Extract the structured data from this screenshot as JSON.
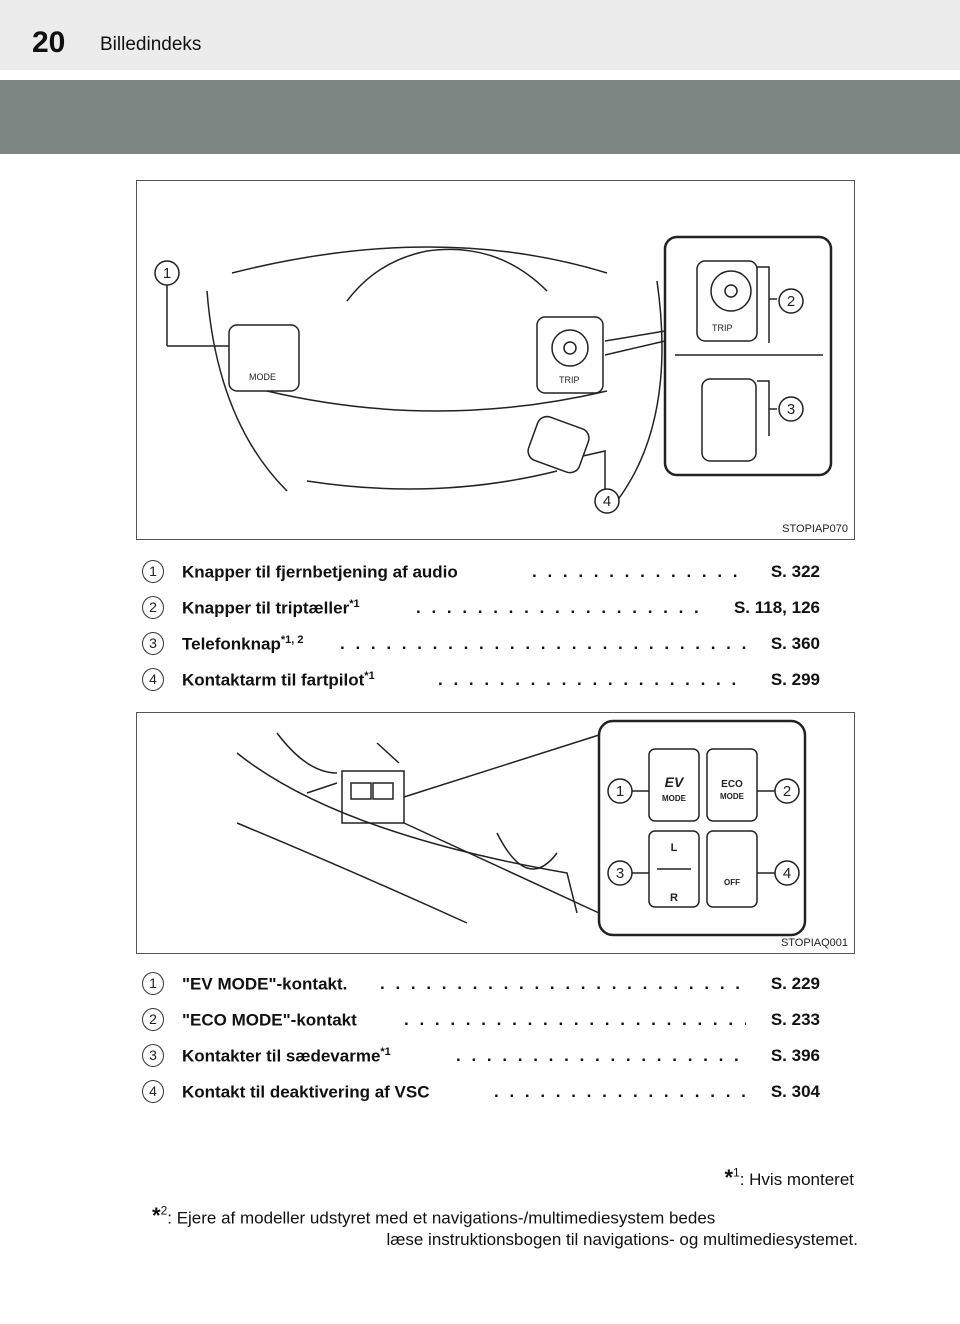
{
  "header": {
    "page_number": "20",
    "title": "Billedindeks"
  },
  "figure1": {
    "code": "STOPIAP070",
    "callouts": [
      "1",
      "2",
      "3",
      "4"
    ],
    "button_labels": {
      "mode": "MODE",
      "trip": "TRIP"
    }
  },
  "list1": [
    {
      "num": "1",
      "label": "Knapper til fjernbetjening af audio",
      "sup": "",
      "ref": "S. 322"
    },
    {
      "num": "2",
      "label": "Knapper til triptæller",
      "sup": "*1",
      "ref": "S. 118, 126"
    },
    {
      "num": "3",
      "label": "Telefonknap",
      "sup": "*1, 2",
      "ref": "S. 360"
    },
    {
      "num": "4",
      "label": "Kontaktarm til fartpilot",
      "sup": "*1",
      "ref": "S. 299"
    }
  ],
  "figure2": {
    "code": "STOPIAQ001",
    "callouts": [
      "1",
      "2",
      "3",
      "4"
    ],
    "switch_labels": {
      "ev": "EV",
      "ev_mode": "MODE",
      "eco": "ECO",
      "eco_mode": "MODE",
      "seat_l": "L",
      "seat_r": "R",
      "vsc_off": "OFF"
    }
  },
  "list2": [
    {
      "num": "1",
      "label": "\"EV MODE\"-kontakt.",
      "sup": "",
      "ref": "S. 229"
    },
    {
      "num": "2",
      "label": "\"ECO MODE\"-kontakt",
      "sup": "",
      "ref": "S. 233"
    },
    {
      "num": "3",
      "label": "Kontakter til sædevarme",
      "sup": "*1",
      "ref": "S. 396"
    },
    {
      "num": "4",
      "label": "Kontakt til deaktivering af VSC",
      "sup": "",
      "ref": "S. 304"
    }
  ],
  "footnotes": {
    "fn1_mark": "*",
    "fn1_num": "1",
    "fn1_text": ": Hvis monteret",
    "fn2_mark": "*",
    "fn2_num": "2",
    "fn2_line1": ": Ejere af modeller udstyret med et navigations-/multimediesystem bedes",
    "fn2_line2": "læse instruktionsbogen til navigations- og multimediesystemet."
  }
}
